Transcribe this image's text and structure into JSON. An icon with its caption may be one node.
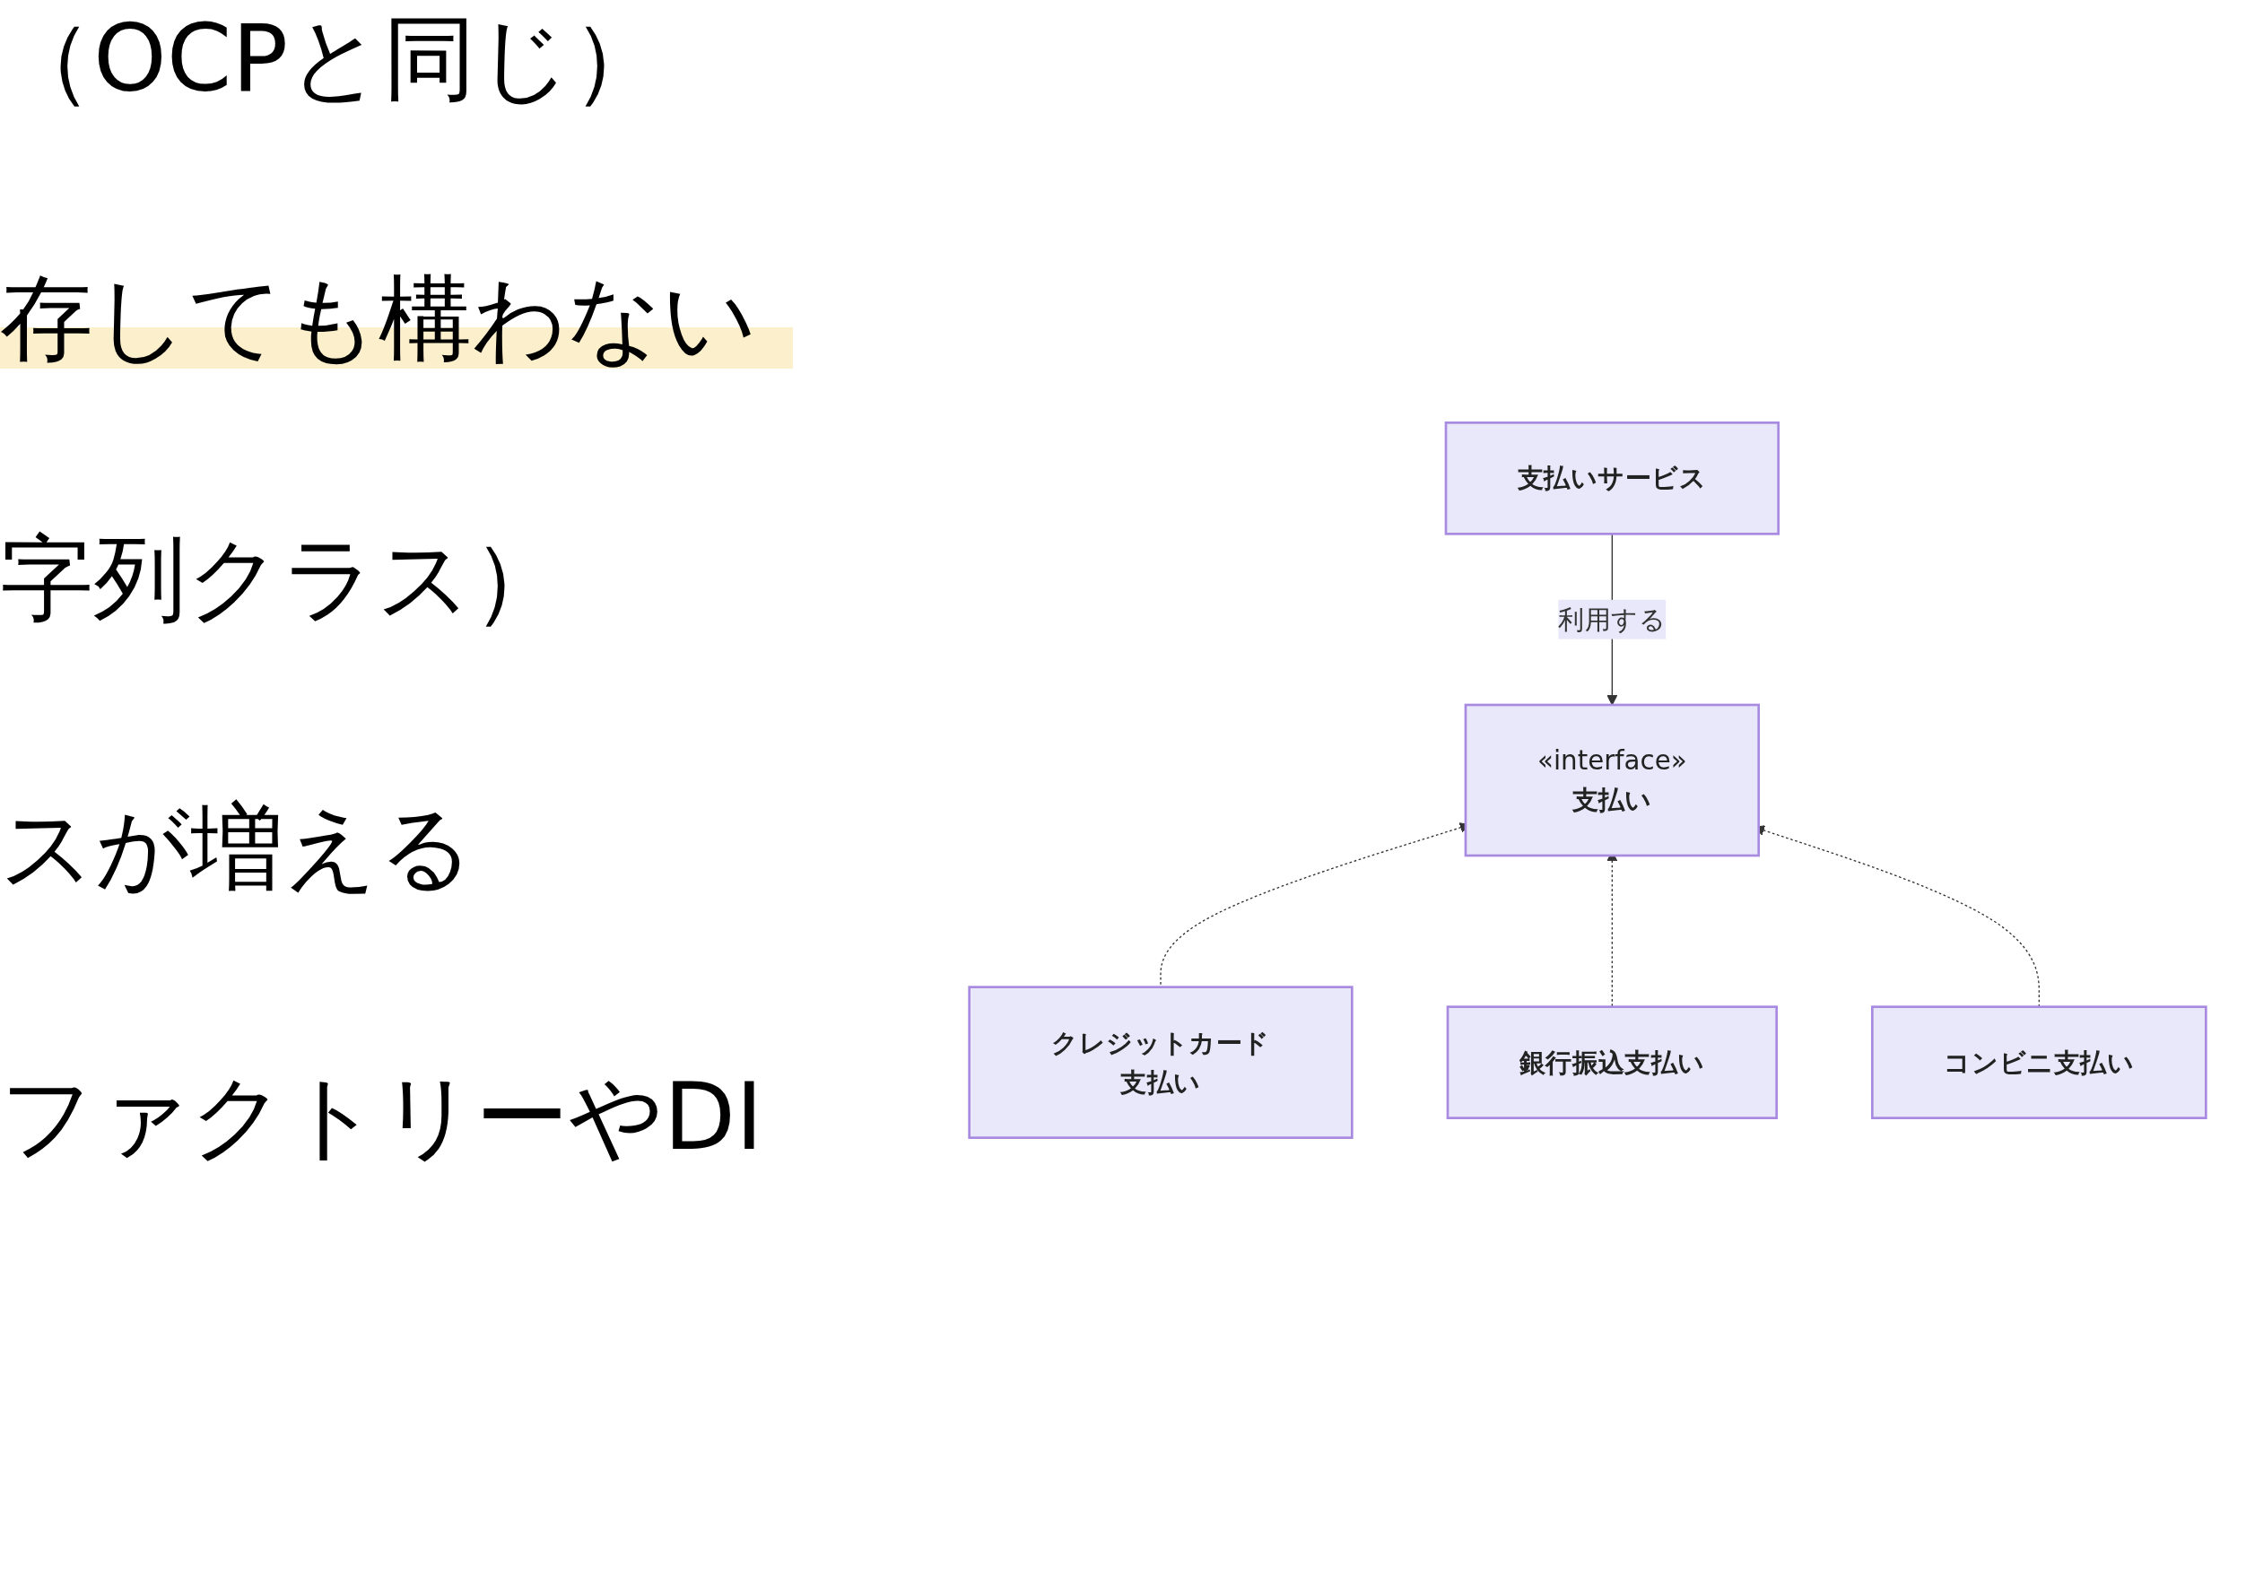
{
  "diagram": {
    "nodes": [
      {
        "text": [
          "支払いサービス"
        ]
      },
      {
        "text": [
          "«interface»",
          "支払い"
        ]
      },
      {
        "text": [
          "クレジットカード支払い"
        ]
      },
      {
        "text": [
          "銀行振込支払い"
        ]
      },
      {
        "text": [
          "コンビニ支払い"
        ]
      }
    ],
    "edges": [
      {
        "from": 0,
        "to": 1,
        "arrow": "to",
        "label": "利用する"
      },
      {
        "from": 2,
        "to": 1,
        "arrow": "to",
        "style": "dashed"
      },
      {
        "from": 3,
        "to": 1,
        "arrow": "to",
        "style": "dashed"
      },
      {
        "from": 4,
        "to": 1,
        "arrow": "to",
        "style": "dashed"
      }
    ],
    "labels": [
      "（OCPと同じ）",
      "存しても構わない",
      "字列クラス）",
      "スが増える",
      "ファクトリーやDI"
    ]
  }
}
